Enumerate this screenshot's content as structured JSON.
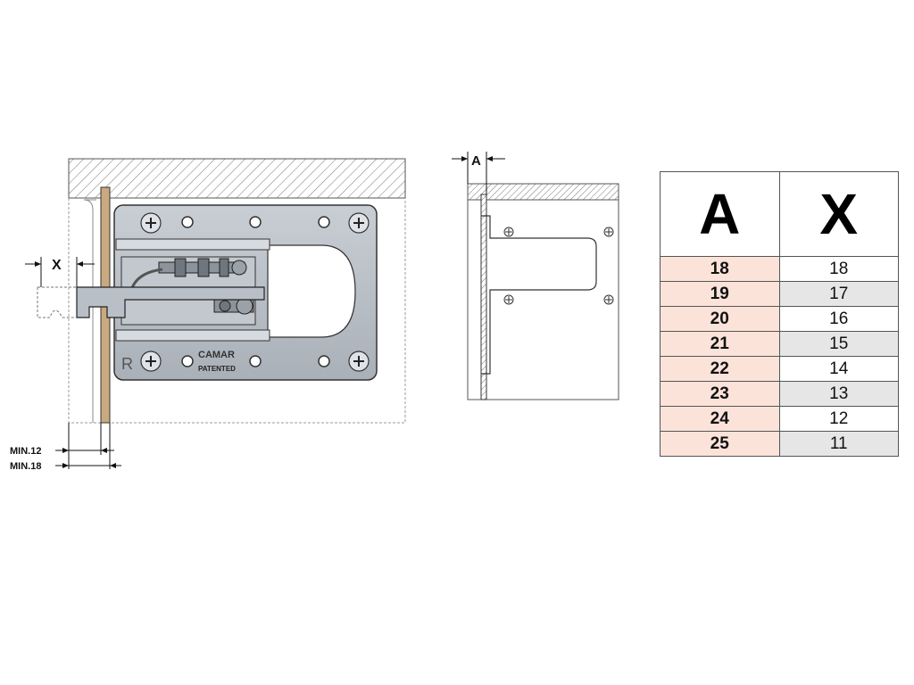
{
  "front_view": {
    "x_label": "X",
    "min12_label": "MIN.12",
    "min18_label": "MIN.18",
    "brand_text": "CAMAR",
    "patented_text": "PATENTED",
    "side_mark": "R"
  },
  "side_view": {
    "a_label": "A"
  },
  "table": {
    "headers": [
      "A",
      "X"
    ],
    "rows": [
      {
        "a": "18",
        "x": "18"
      },
      {
        "a": "19",
        "x": "17"
      },
      {
        "a": "20",
        "x": "16"
      },
      {
        "a": "21",
        "x": "15"
      },
      {
        "a": "22",
        "x": "14"
      },
      {
        "a": "23",
        "x": "13"
      },
      {
        "a": "24",
        "x": "12"
      },
      {
        "a": "25",
        "x": "11"
      }
    ]
  },
  "colors": {
    "wood": "#c9a97f",
    "plate": "#b9bfc6",
    "table_accent": "#fbe3da",
    "table_alt": "#e6e6e6"
  }
}
